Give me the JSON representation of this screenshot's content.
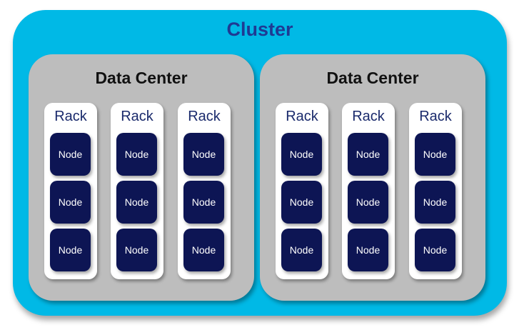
{
  "cluster": {
    "label": "Cluster"
  },
  "data_centers": [
    {
      "label": "Data Center",
      "racks": [
        {
          "label": "Rack",
          "nodes": [
            "Node",
            "Node",
            "Node"
          ]
        },
        {
          "label": "Rack",
          "nodes": [
            "Node",
            "Node",
            "Node"
          ]
        },
        {
          "label": "Rack",
          "nodes": [
            "Node",
            "Node",
            "Node"
          ]
        }
      ]
    },
    {
      "label": "Data Center",
      "racks": [
        {
          "label": "Rack",
          "nodes": [
            "Node",
            "Node",
            "Node"
          ]
        },
        {
          "label": "Rack",
          "nodes": [
            "Node",
            "Node",
            "Node"
          ]
        },
        {
          "label": "Rack",
          "nodes": [
            "Node",
            "Node",
            "Node"
          ]
        }
      ]
    }
  ],
  "colors": {
    "cluster_fill": "#00b9e6",
    "cluster_text": "#1f3a93",
    "data_center_fill": "#bdbdbd",
    "rack_fill": "#ffffff",
    "node_fill": "#0d1554"
  }
}
